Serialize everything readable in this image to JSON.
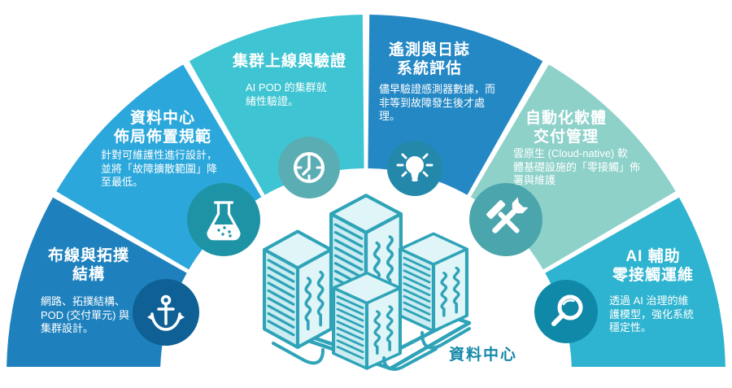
{
  "colors": {
    "background": "#FFFFFF",
    "segment_text": "#FFFFFF"
  },
  "center": {
    "label": "資料中心",
    "label_color": "#1489A9",
    "illustration": "data-center-servers",
    "line_color": "#2FA3B8",
    "fill_light": "#DFF5F8",
    "fill_mid": "#CBEDF2"
  },
  "segments": [
    {
      "name": "cabling-topology",
      "title_lines": [
        "布線與拓撲",
        "結構"
      ],
      "desc_lines": [
        "網路、拓撲結構、",
        "POD (交付單元) 與",
        "集群設計。"
      ],
      "icon": "anchor-icon",
      "wedge_color": "#1E81BE",
      "icon_circle_color": "#0F6094"
    },
    {
      "name": "layout-planning",
      "title_lines": [
        "資料中心",
        "佈局佈置規範"
      ],
      "desc_lines": [
        "針對可維護性進行設計，",
        "並將「故障擴散範圍」降",
        "至最低。"
      ],
      "icon": "flask-icon",
      "wedge_color": "#2BA7DB",
      "icon_circle_color": "#1E93A6"
    },
    {
      "name": "cluster-onboarding",
      "title_lines": [
        "集群上線與驗證"
      ],
      "desc_lines": [
        "AI POD 的集群就",
        "緒性驗證。"
      ],
      "icon": "clock-icon",
      "wedge_color": "#3EC4D2",
      "icon_circle_color": "#5BADB4"
    },
    {
      "name": "telemetry-logging",
      "title_lines": [
        "遙測與日誌",
        "系統評估"
      ],
      "desc_lines": [
        "儘早驗證感測器數據，而",
        "非等到故障發生後才處",
        "理。"
      ],
      "icon": "lightbulb-icon",
      "wedge_color": "#2488C5",
      "icon_circle_color": "#2388A9"
    },
    {
      "name": "automated-software-delivery",
      "title_lines": [
        "自動化軟體",
        "交付管理"
      ],
      "desc_lines": [
        "雲原生 (Cloud-native) 軟",
        "體基礎設施的「零接觸」佈",
        "署與維護"
      ],
      "icon": "tools-icon",
      "wedge_color": "#8DD1C9",
      "icon_circle_color": "#4BA5AC"
    },
    {
      "name": "ai-zero-touch-ops",
      "title_lines": [
        "AI 輔助",
        "零接觸運維"
      ],
      "desc_lines": [
        "透過 AI 治理的維",
        "護模型，強化系統",
        "穩定性。"
      ],
      "icon": "magnifier-icon",
      "wedge_color": "#2EB4D0",
      "icon_circle_color": "#1089A9"
    }
  ]
}
